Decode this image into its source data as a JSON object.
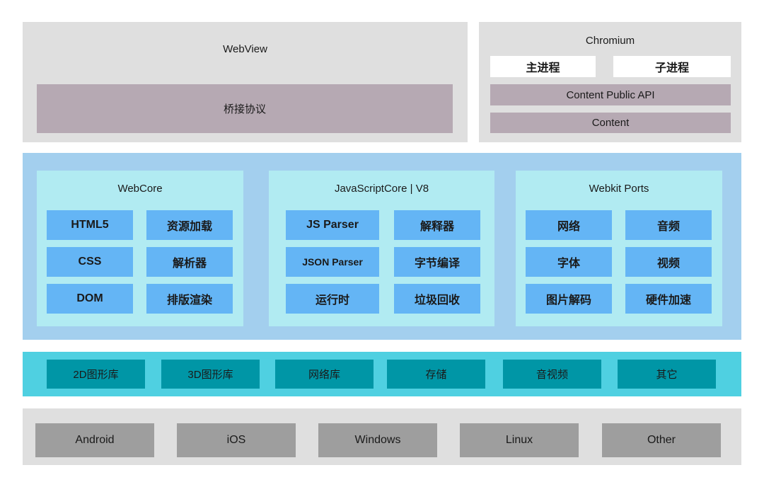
{
  "webview": {
    "title": "WebView",
    "bridge": "桥接协议"
  },
  "chromium": {
    "title": "Chromium",
    "main_process": "主进程",
    "sub_process": "子进程",
    "public_api": "Content Public API",
    "content": "Content"
  },
  "engine": {
    "modules": [
      {
        "title": "WebCore",
        "items": [
          "HTML5",
          "资源加载",
          "CSS",
          "解析器",
          "DOM",
          "排版渲染"
        ]
      },
      {
        "title": "JavaScriptCore | V8",
        "items": [
          "JS Parser",
          "解释器",
          "JSON Parser",
          "字节编译",
          "运行时",
          "垃圾回收"
        ]
      },
      {
        "title": "Webkit Ports",
        "items": [
          "网络",
          "音频",
          "字体",
          "视频",
          "图片解码",
          "硬件加速"
        ]
      }
    ]
  },
  "libraries": [
    "2D图形库",
    "3D图形库",
    "网络库",
    "存储",
    "音视频",
    "其它"
  ],
  "platforms": [
    "Android",
    "iOS",
    "Windows",
    "Linux",
    "Other"
  ],
  "colors": {
    "light_gray": "#dfdfdf",
    "mauve": "#b6a9b3",
    "engine_bg": "#a3cfee",
    "module_bg": "#b1ebf2",
    "module_item": "#64b5f5",
    "libs_bg": "#4fd0e1",
    "lib_item": "#0096a6",
    "platform_item": "#9e9e9e"
  }
}
